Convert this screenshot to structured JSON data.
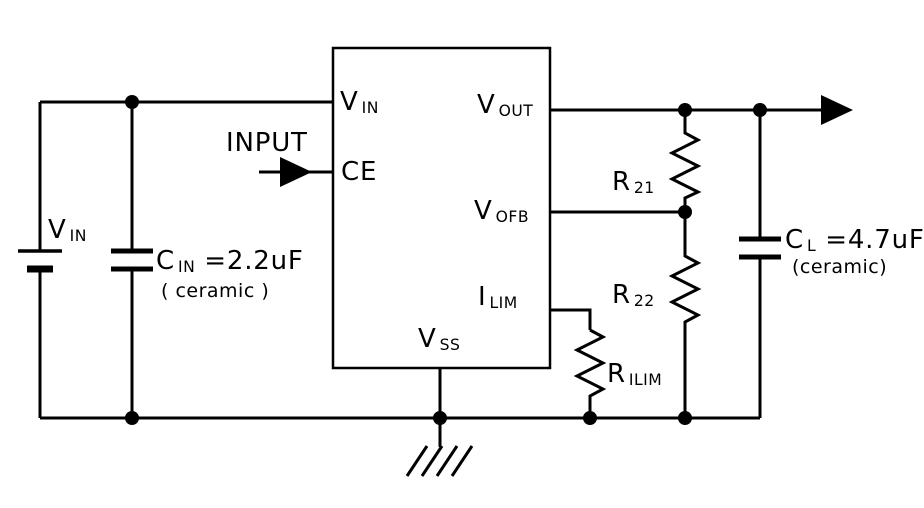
{
  "ic": {
    "pins": {
      "vin": {
        "main": "V",
        "sub": "IN"
      },
      "ce": {
        "main": "CE",
        "sub": ""
      },
      "vout": {
        "main": "V",
        "sub": "OUT"
      },
      "vofb": {
        "main": "V",
        "sub": "OFB"
      },
      "ilim": {
        "main": "I",
        "sub": "LIM"
      },
      "vss": {
        "main": "V",
        "sub": "SS"
      }
    }
  },
  "input_signal": {
    "label": "INPUT"
  },
  "source": {
    "main": "V",
    "sub": "IN"
  },
  "components": {
    "cin": {
      "main": "C",
      "sub": "IN",
      "value": " =2.2uF",
      "note": "( ceramic )"
    },
    "cl": {
      "main": "C",
      "sub": "L",
      "value": " =4.7uF",
      "note": "(ceramic)"
    },
    "r21": {
      "main": "R",
      "sub": "21"
    },
    "r22": {
      "main": "R",
      "sub": "22"
    },
    "rilim": {
      "main": "R",
      "sub": "ILIM"
    }
  },
  "colors": {
    "wire": "#000000",
    "background": "#ffffff"
  }
}
